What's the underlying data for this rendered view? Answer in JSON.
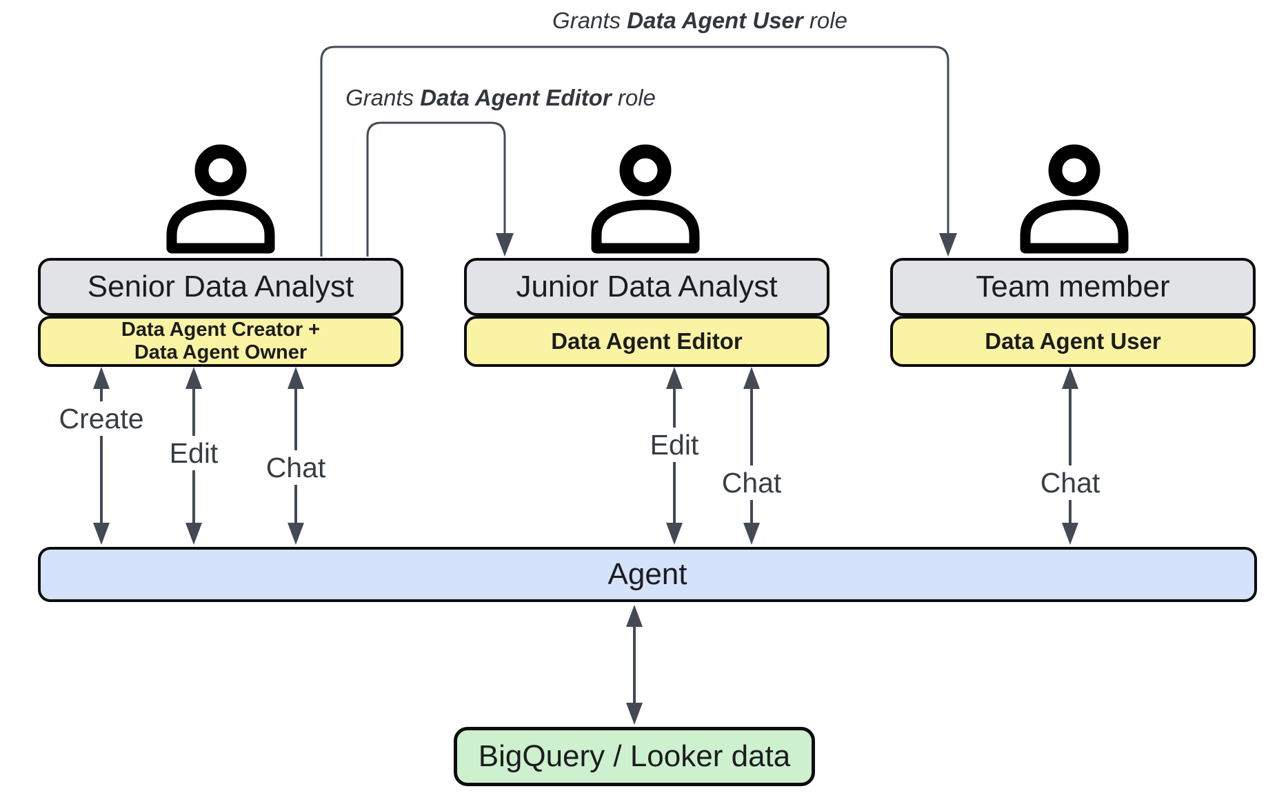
{
  "grants": {
    "user": {
      "prefix": "Grants ",
      "role": "Data Agent User",
      "suffix": " role"
    },
    "editor": {
      "prefix": "Grants ",
      "role": "Data Agent Editor",
      "suffix": " role"
    }
  },
  "actors": [
    {
      "title": "Senior Data Analyst",
      "role_line1": "Data Agent Creator +",
      "role_line2": "Data Agent Owner"
    },
    {
      "title": "Junior Data Analyst",
      "role": "Data Agent Editor"
    },
    {
      "title": "Team member",
      "role": "Data Agent User"
    }
  ],
  "arrows": [
    {
      "label": "Create"
    },
    {
      "label": "Edit"
    },
    {
      "label": "Chat"
    },
    {
      "label": "Edit"
    },
    {
      "label": "Chat"
    },
    {
      "label": "Chat"
    }
  ],
  "agent": {
    "label": "Agent"
  },
  "datastore": {
    "label": "BigQuery / Looker data"
  },
  "colors": {
    "actor_box": "#e1e3e7",
    "role_box": "#faf3a3",
    "agent_bar": "#d4e2fb",
    "datastore_box": "#cdf0ce",
    "connector": "#434a54",
    "border": "#0c0c0c"
  }
}
